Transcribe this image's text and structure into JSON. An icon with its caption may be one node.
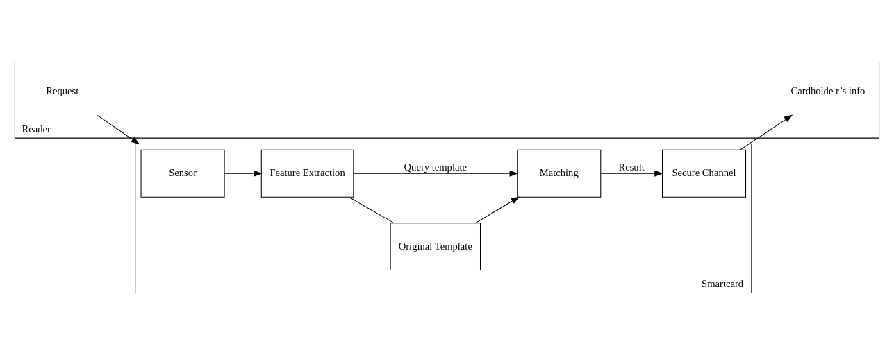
{
  "diagram": {
    "nodes": [
      {
        "text": [
          "Reader"
        ]
      },
      {
        "text": [
          "Request"
        ],
        "in": 0
      },
      {
        "text": [
          "Cardholde r’s info"
        ],
        "in": 0
      },
      {
        "text": [
          "Smartcard"
        ]
      },
      {
        "text": [
          "Sensor"
        ],
        "in": 3
      },
      {
        "text": [
          "Feature Extraction"
        ],
        "in": 3
      },
      {
        "text": [
          "Original Template"
        ],
        "in": 3
      },
      {
        "text": [
          "Matching"
        ],
        "in": 3
      },
      {
        "text": [
          "Secure Channel"
        ],
        "in": 3
      }
    ],
    "edges": [
      {
        "from": 1,
        "to": 3,
        "arrow": "to"
      },
      {
        "from": 4,
        "to": 5,
        "arrow": "to"
      },
      {
        "from": 5,
        "to": 6,
        "arrow": "none"
      },
      {
        "from": 5,
        "to": 7,
        "arrow": "to",
        "label": "Query template"
      },
      {
        "from": 6,
        "to": 7,
        "arrow": "to"
      },
      {
        "from": 7,
        "to": 8,
        "arrow": "to",
        "label": "Result"
      },
      {
        "from": 8,
        "to": 2,
        "arrow": "to"
      }
    ]
  }
}
